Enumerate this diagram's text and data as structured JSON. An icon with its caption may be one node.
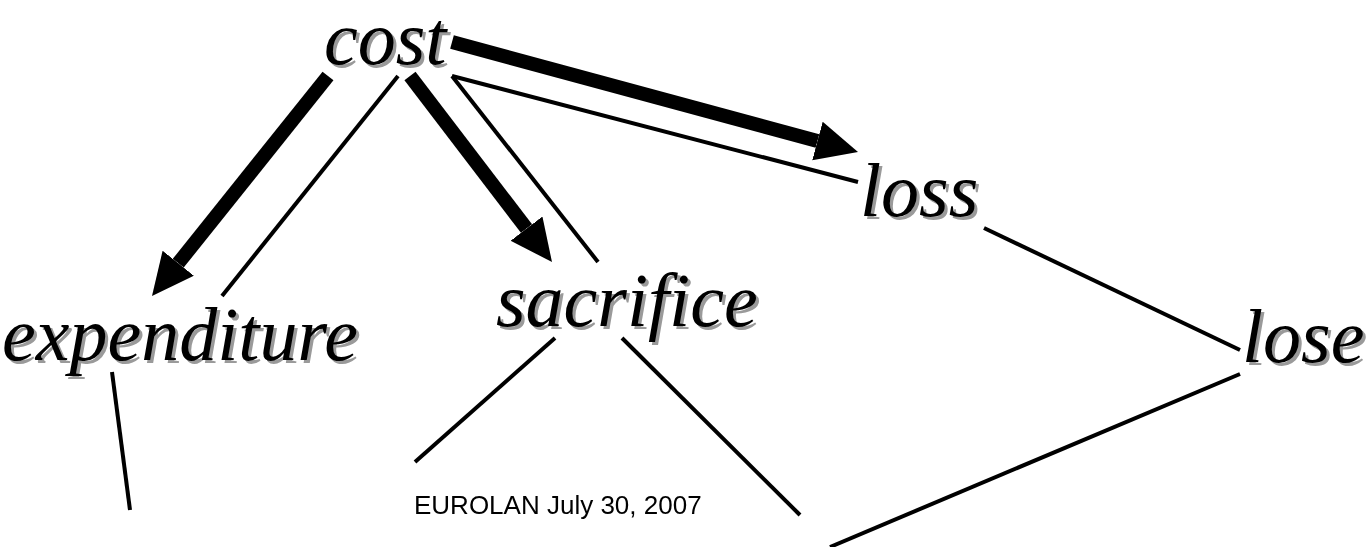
{
  "diagram": {
    "nodes": [
      {
        "text": [
          "cost"
        ]
      },
      {
        "text": [
          "expenditure"
        ]
      },
      {
        "text": [
          "sacrifice"
        ]
      },
      {
        "text": [
          "loss"
        ]
      },
      {
        "text": [
          "lose"
        ]
      }
    ],
    "edges": [
      {
        "from": 0,
        "to": 1,
        "arrow": "none"
      },
      {
        "from": 0,
        "to": 2,
        "arrow": "none"
      },
      {
        "from": 0,
        "to": 3,
        "arrow": "none"
      },
      {
        "from": 3,
        "to": 4,
        "arrow": "none"
      },
      {
        "from": 0,
        "to": 1,
        "arrow": "to",
        "style": "thick"
      },
      {
        "from": 0,
        "to": 2,
        "arrow": "to",
        "style": "thick"
      },
      {
        "from": 0,
        "to": 3,
        "arrow": "to",
        "style": "thick"
      },
      {
        "from": 1,
        "to": null,
        "arrow": "none"
      },
      {
        "from": 2,
        "to": null,
        "arrow": "none"
      },
      {
        "from": 2,
        "to": null,
        "arrow": "none"
      },
      {
        "from": 4,
        "to": null,
        "arrow": "none"
      }
    ],
    "labels": [
      "EUROLAN July 30, 2007"
    ]
  }
}
